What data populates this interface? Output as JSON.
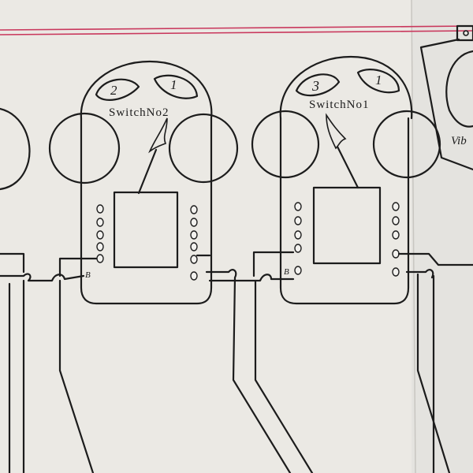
{
  "diagram": {
    "title": "",
    "paper_color": "#ebe9e4",
    "rule_color": "#c9375c",
    "ink_color": "#1c1c1c",
    "switches": [
      {
        "name": "Switch No 2",
        "label": "SwitchNo2",
        "button_left": "2",
        "button_right": "1",
        "terminal_mark": "B"
      },
      {
        "name": "Switch No 1",
        "label": "SwitchNo1",
        "button_left": "3",
        "button_right": "1",
        "terminal_mark": "B"
      }
    ],
    "right_device": {
      "label_fragment": "Vib"
    }
  }
}
